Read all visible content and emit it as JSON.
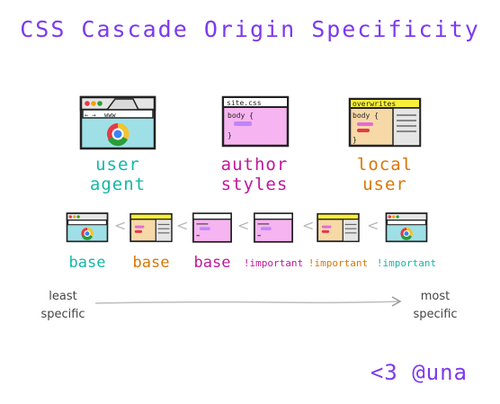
{
  "title": "CSS Cascade Origin Specificity",
  "origins": [
    {
      "name": "user agent",
      "line1": "user",
      "line2": "agent",
      "color": "#14b8a6",
      "icon": "browser-window-icon"
    },
    {
      "name": "author styles",
      "line1": "author",
      "line2": "styles",
      "color": "#c0189a",
      "icon": "css-file-icon",
      "file_title": "site.css",
      "code_line": "body {",
      "code_end": "}"
    },
    {
      "name": "local user",
      "line1": "local",
      "line2": "user",
      "color": "#d97706",
      "icon": "overwrites-file-icon",
      "file_title": "overwrites",
      "code_line": "body {",
      "code_end": "}"
    }
  ],
  "url_text": "www",
  "order_row": [
    {
      "label": "base",
      "color": "#14b8a6",
      "icon": "browser-window-icon"
    },
    {
      "label": "base",
      "color": "#d97706",
      "icon": "overwrites-file-icon"
    },
    {
      "label": "base",
      "color": "#c0189a",
      "icon": "css-file-icon"
    },
    {
      "label": "!important",
      "color": "#c0189a",
      "icon": "css-file-icon"
    },
    {
      "label": "!important",
      "color": "#d97706",
      "icon": "overwrites-file-icon"
    },
    {
      "label": "!important",
      "color": "#14b8a6",
      "icon": "browser-window-icon"
    }
  ],
  "less_than": "<",
  "axis": {
    "left_line1": "least",
    "left_line2": "specific",
    "right_line1": "most",
    "right_line2": "specific"
  },
  "handle": "<3 @una"
}
